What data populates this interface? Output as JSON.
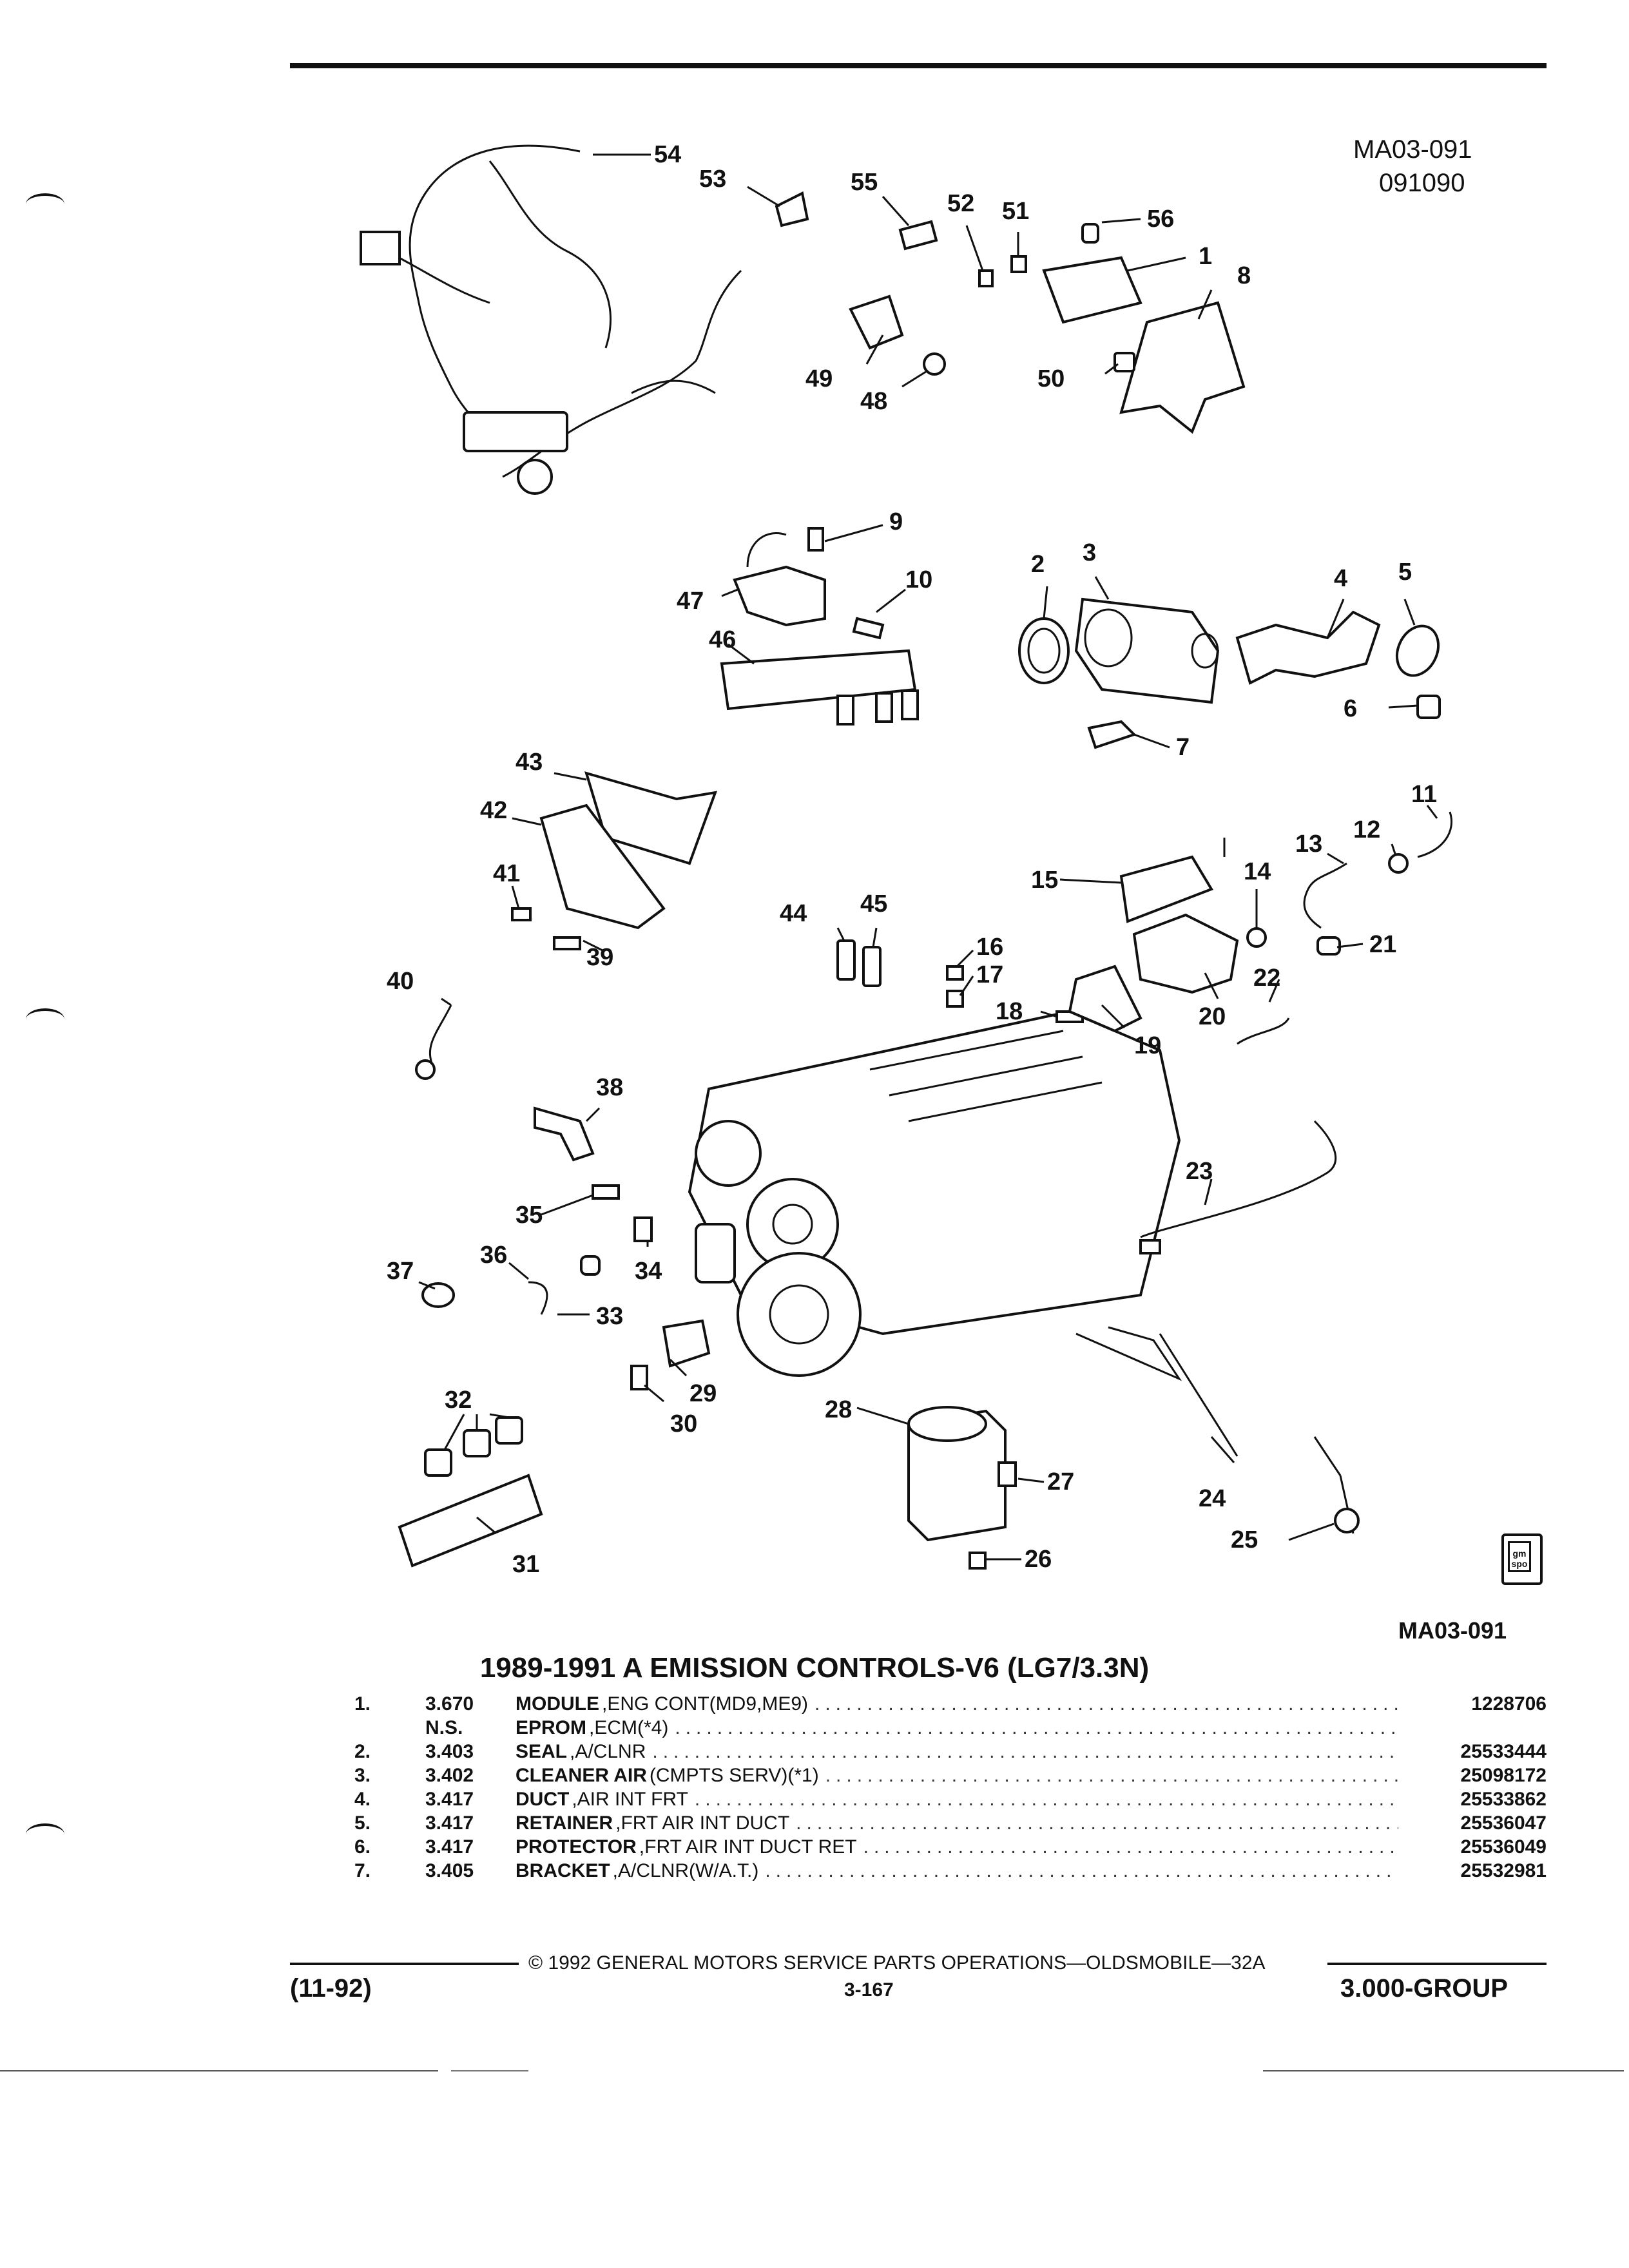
{
  "illustration": {
    "code": "MA03-091",
    "date": "091090",
    "bottom_code": "MA03-091",
    "logo_text": "gm spo",
    "callouts": [
      "1",
      "2",
      "3",
      "4",
      "5",
      "6",
      "7",
      "8",
      "9",
      "10",
      "11",
      "12",
      "13",
      "14",
      "15",
      "16",
      "17",
      "18",
      "19",
      "20",
      "21",
      "22",
      "23",
      "24",
      "25",
      "26",
      "27",
      "28",
      "29",
      "30",
      "31",
      "32",
      "33",
      "34",
      "35",
      "36",
      "37",
      "38",
      "39",
      "40",
      "41",
      "42",
      "43",
      "44",
      "45",
      "46",
      "47",
      "48",
      "49",
      "50",
      "51",
      "52",
      "53",
      "54",
      "55",
      "56"
    ]
  },
  "section": {
    "title": "1989-1991 A EMISSION CONTROLS-V6 (LG7/3.3N)"
  },
  "parts": [
    {
      "key": "1.",
      "group": "3.670",
      "name": "MODULE",
      "desc": ",ENG CONT(MD9,ME9)",
      "part_no": "1228706"
    },
    {
      "key": "",
      "group": "N.S.",
      "name": "EPROM",
      "desc": ",ECM(*4)",
      "part_no": ""
    },
    {
      "key": "2.",
      "group": "3.403",
      "name": "SEAL",
      "desc": ",A/CLNR",
      "part_no": "25533444"
    },
    {
      "key": "3.",
      "group": "3.402",
      "name": "CLEANER AIR",
      "desc": "(CMPTS SERV)(*1)",
      "part_no": "25098172"
    },
    {
      "key": "4.",
      "group": "3.417",
      "name": "DUCT",
      "desc": ",AIR INT FRT",
      "part_no": "25533862"
    },
    {
      "key": "5.",
      "group": "3.417",
      "name": "RETAINER",
      "desc": ",FRT AIR INT DUCT",
      "part_no": "25536047"
    },
    {
      "key": "6.",
      "group": "3.417",
      "name": "PROTECTOR",
      "desc": ",FRT AIR INT DUCT RET",
      "part_no": "25536049"
    },
    {
      "key": "7.",
      "group": "3.405",
      "name": "BRACKET",
      "desc": ",A/CLNR(W/A.T.)",
      "part_no": "25532981"
    }
  ],
  "footer": {
    "copyright": "© 1992 GENERAL MOTORS SERVICE PARTS OPERATIONS—OLDSMOBILE—32A",
    "revision": "(11-92)",
    "page": "3-167",
    "group": "3.000-GROUP"
  }
}
